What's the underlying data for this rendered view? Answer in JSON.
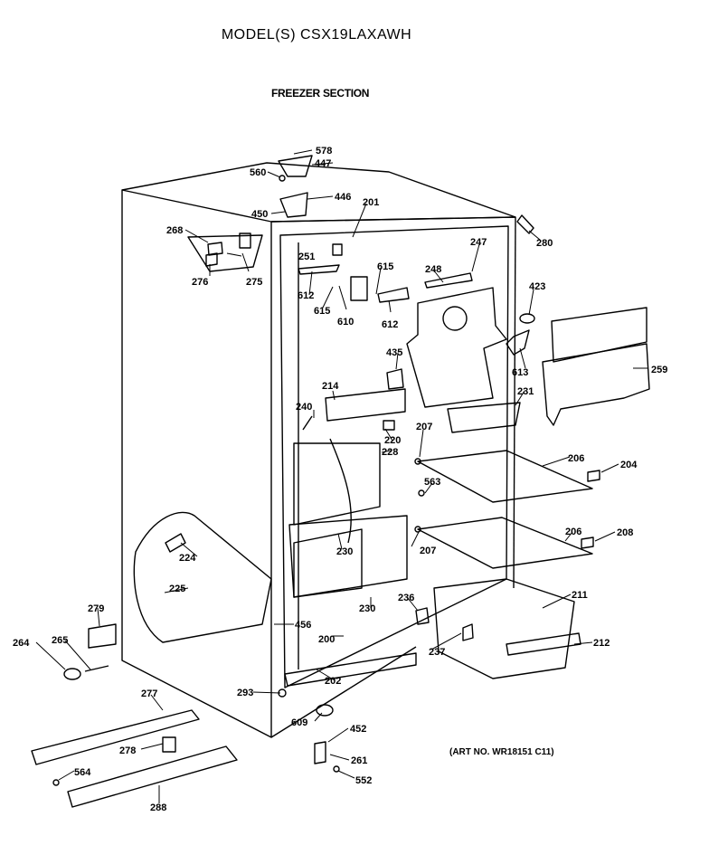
{
  "header": {
    "model": "MODEL(S) CSX19LAXAWH",
    "section": "FREEZER SECTION"
  },
  "footer": {
    "art_no": "(ART NO. WR18151 C11)"
  },
  "diagram": {
    "parts": [
      "578",
      "447",
      "560",
      "446",
      "450",
      "201",
      "268",
      "251",
      "280",
      "247",
      "276",
      "275",
      "615",
      "248",
      "612",
      "615",
      "610",
      "612",
      "423",
      "435",
      "613",
      "259",
      "214",
      "240",
      "231",
      "220",
      "207",
      "228",
      "206",
      "204",
      "563",
      "206",
      "208",
      "224",
      "230",
      "207",
      "225",
      "236",
      "211",
      "279",
      "456",
      "230",
      "200",
      "264",
      "265",
      "237",
      "212",
      "202",
      "293",
      "277",
      "609",
      "452",
      "278",
      "261",
      "564",
      "552",
      "288"
    ]
  }
}
